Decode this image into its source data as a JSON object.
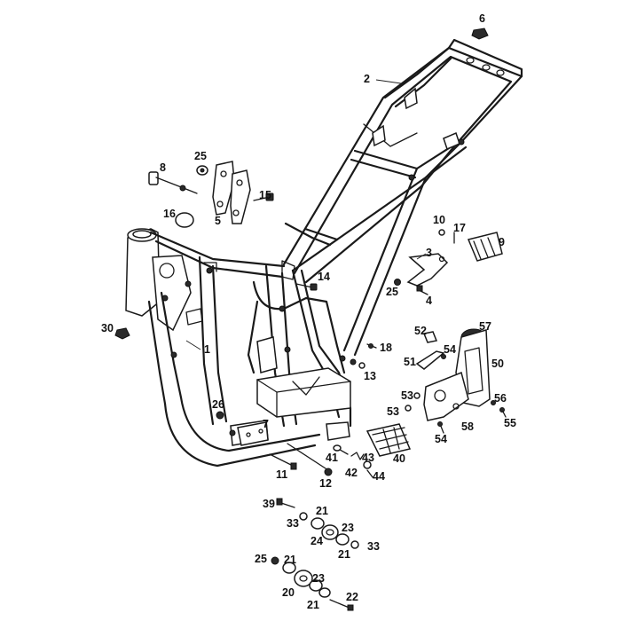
{
  "diagram": {
    "labels": {
      "p1": "1",
      "p2": "2",
      "p3": "3",
      "p4": "4",
      "p5": "5",
      "p6": "6",
      "p7": "7",
      "p8": "8",
      "p9": "9",
      "p10": "10",
      "p11": "11",
      "p12": "12",
      "p13": "13",
      "p14": "14",
      "p15": "15",
      "p16": "16",
      "p17": "17",
      "p18": "18",
      "p20": "20",
      "p21a": "21",
      "p21b": "21",
      "p21c": "21",
      "p21d": "21",
      "p22": "22",
      "p23a": "23",
      "p23b": "23",
      "p24": "24",
      "p25a": "25",
      "p25b": "25",
      "p25c": "25",
      "p26": "26",
      "p30": "30",
      "p33a": "33",
      "p33b": "33",
      "p39": "39",
      "p40": "40",
      "p41": "41",
      "p42": "42",
      "p43": "43",
      "p44": "44",
      "p50": "50",
      "p51": "51",
      "p52": "52",
      "p53a": "53",
      "p53b": "53",
      "p54a": "54",
      "p54b": "54",
      "p55": "55",
      "p56": "56",
      "p57": "57",
      "p58": "58"
    }
  }
}
